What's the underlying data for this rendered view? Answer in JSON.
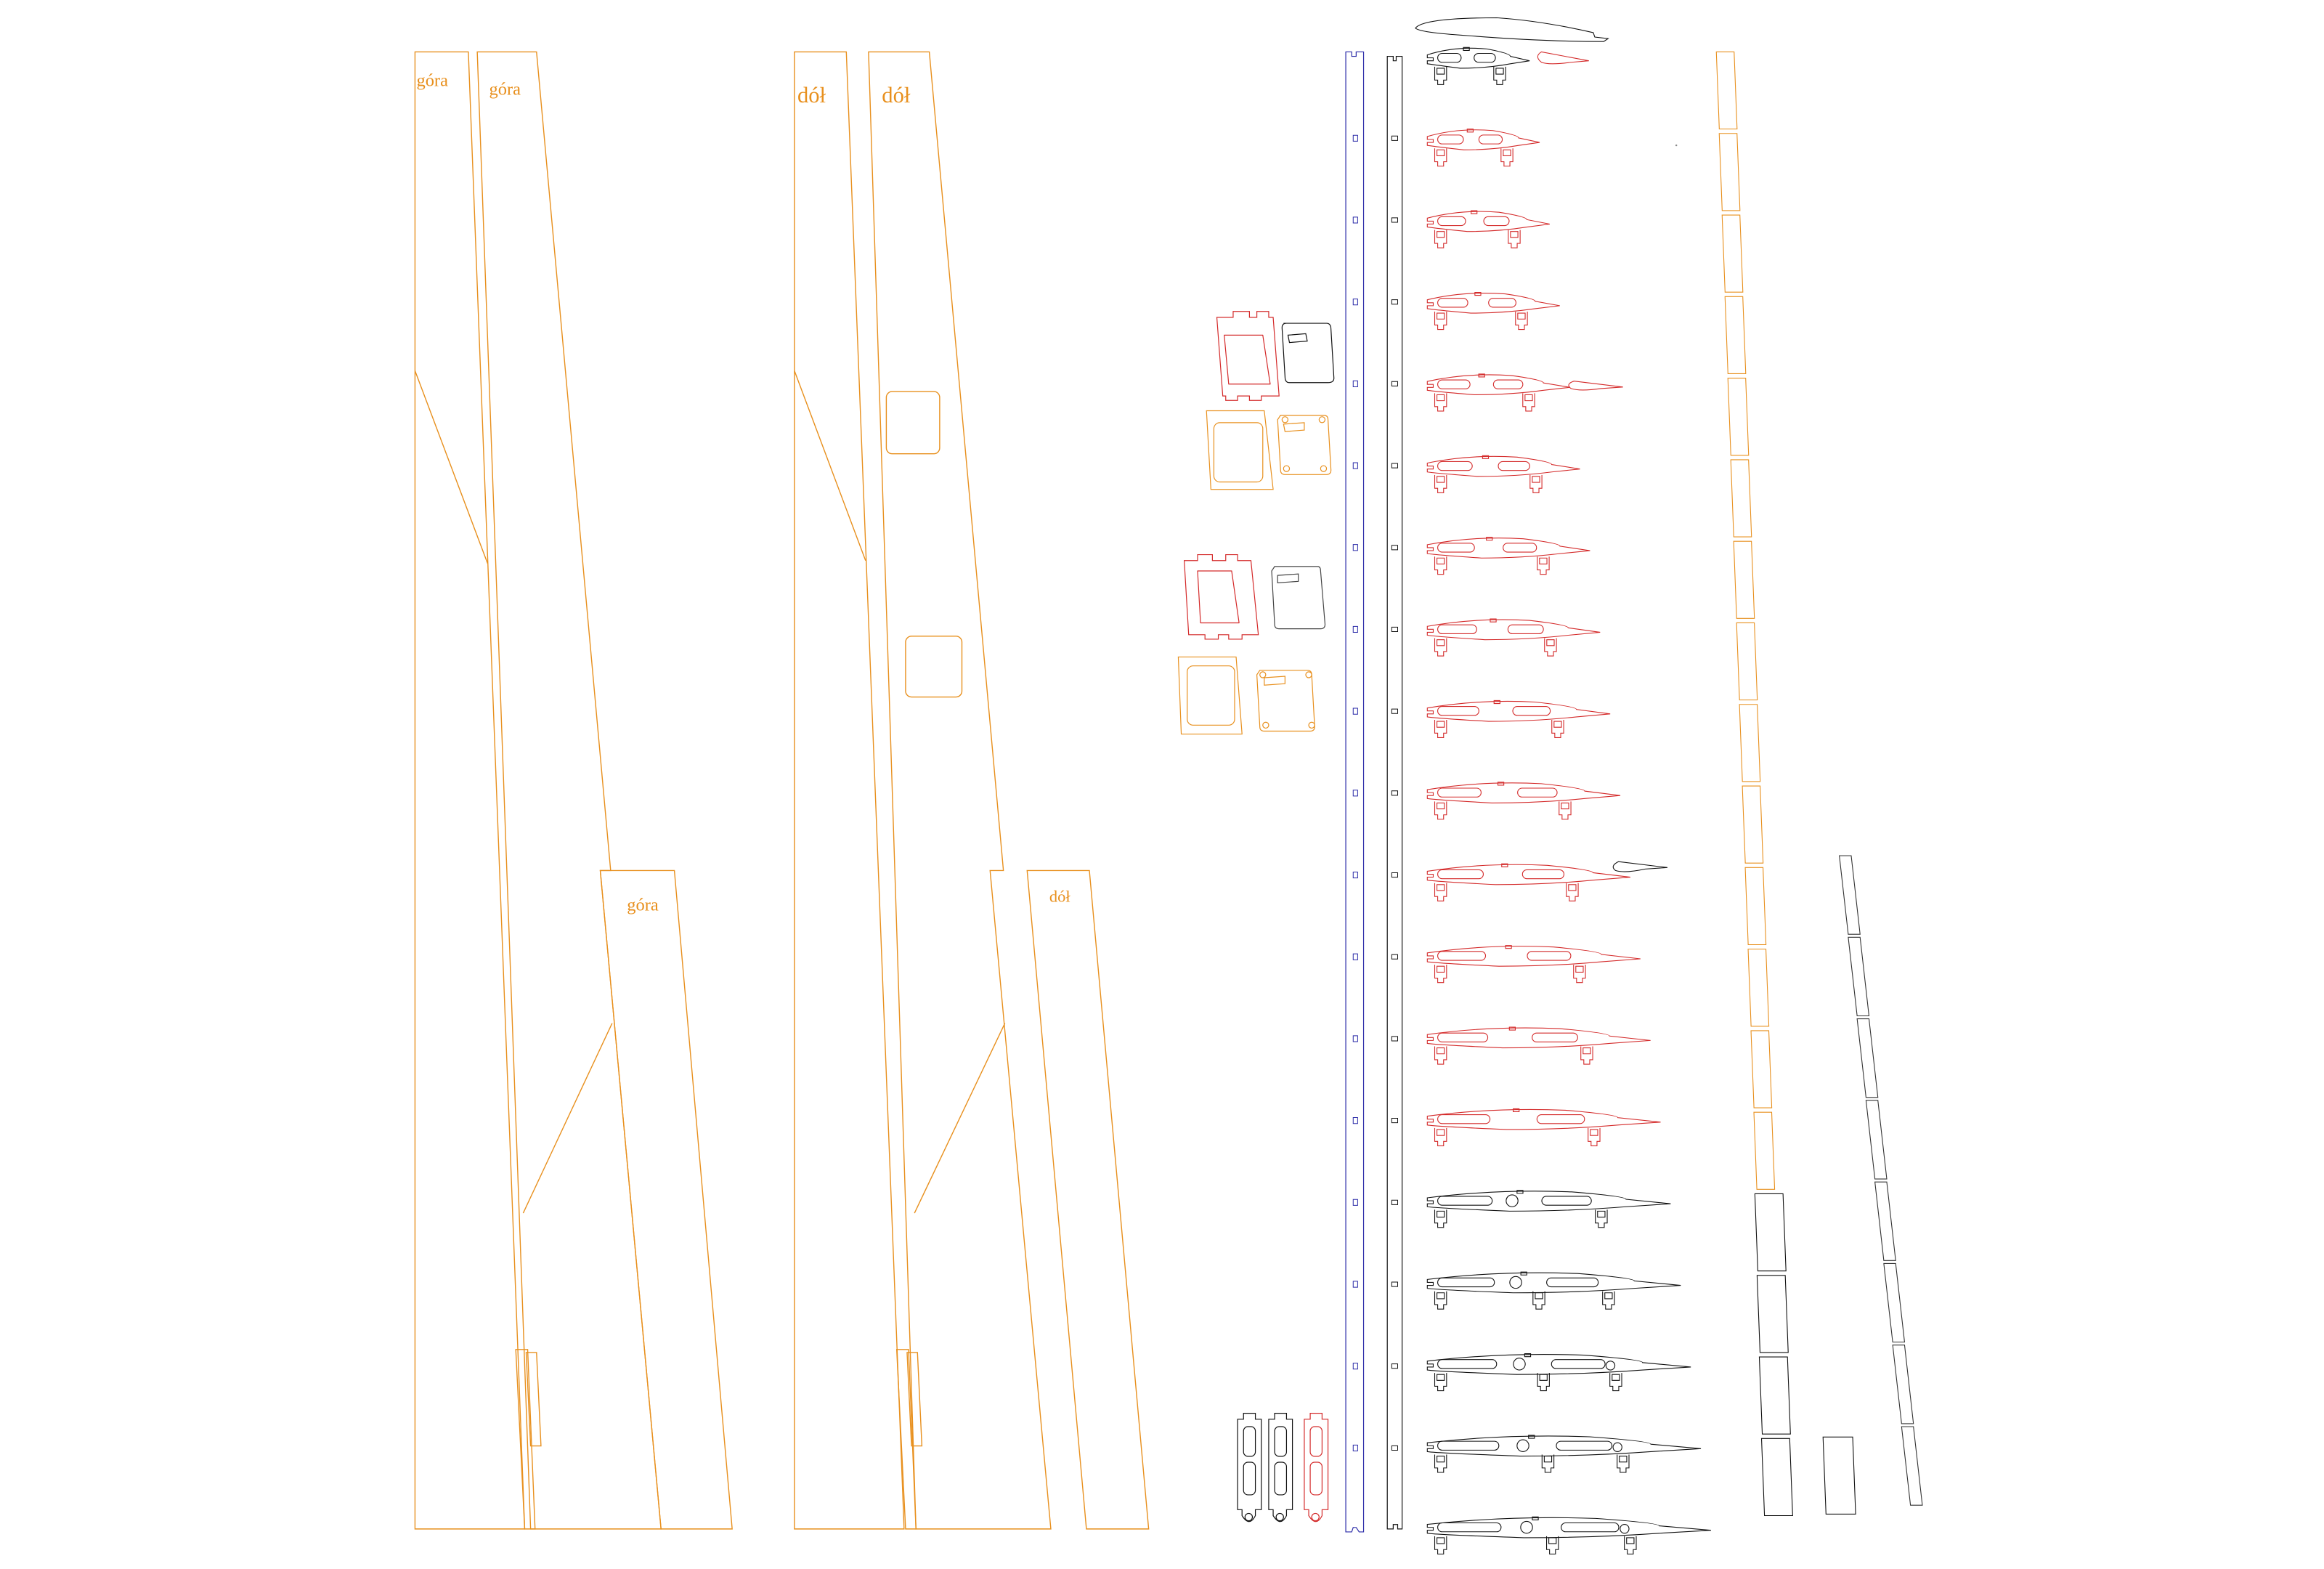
{
  "labels": {
    "top_skin_1": "góra",
    "top_skin_2": "góra",
    "top_skin_3": "góra",
    "bottom_skin_1": "dół",
    "bottom_skin_2": "dół",
    "bottom_skin_3": "dół"
  },
  "colors": {
    "skin": "#e8901e",
    "spar_blue": "#2a2aa8",
    "rib_red": "#d42a2a",
    "rib_black": "#111111",
    "background": "#ffffff"
  },
  "ribs": {
    "count": 19,
    "red_rows": [
      2,
      3,
      4,
      5,
      6,
      7,
      8,
      9,
      10,
      11,
      12,
      13,
      14
    ]
  }
}
